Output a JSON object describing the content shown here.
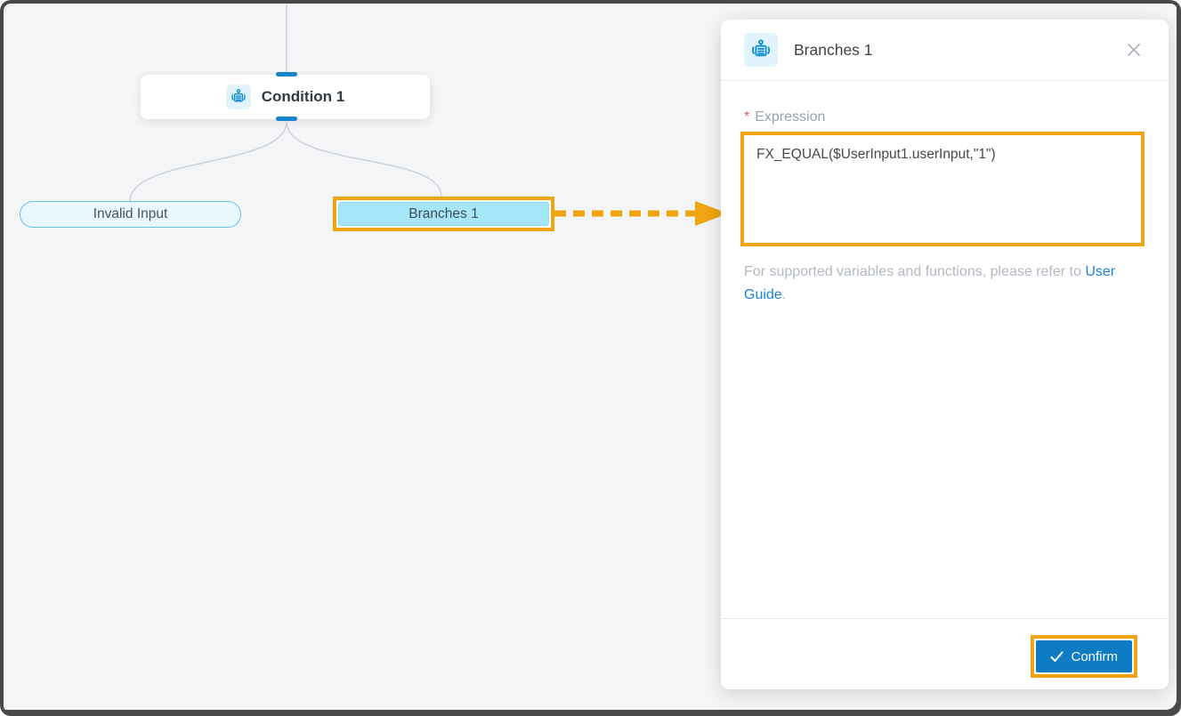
{
  "canvas": {
    "condition_node": {
      "label": "Condition 1"
    },
    "branches": [
      {
        "label": "Invalid Input"
      },
      {
        "label": "Branches 1"
      }
    ]
  },
  "panel": {
    "title": "Branches 1",
    "expression": {
      "required_marker": "*",
      "label": "Expression",
      "value": "FX_EQUAL($UserInput1.userInput,\"1\")"
    },
    "help_text": "For supported variables and functions, please refer to",
    "help_link": "User Guide",
    "help_suffix": ".",
    "confirm_label": "Confirm"
  },
  "icons": {
    "node_icon": "condition-branch-icon",
    "close": "close-x-icon",
    "confirm": "check-icon"
  },
  "colors": {
    "annotation_orange": "#F0A412",
    "port_blue": "#1583c9",
    "button_blue": "#0d7cc3",
    "link_blue": "#1a82d9",
    "canvas_bg": "#f4f5f6"
  }
}
